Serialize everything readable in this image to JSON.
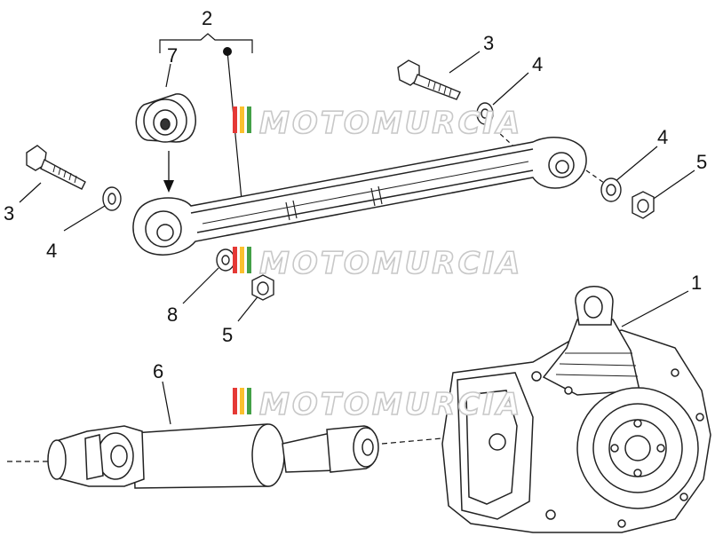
{
  "callouts": {
    "c2": "2",
    "c7": "7",
    "c3_left": "3",
    "c4_left": "4",
    "c3_right": "3",
    "c4_top": "4",
    "c4_right": "4",
    "c5_right": "5",
    "c8": "8",
    "c5_bottom": "5",
    "c6": "6",
    "c1": "1"
  },
  "watermark": {
    "text": "MOTOMURCIA",
    "stripe_colors": [
      "#e53935",
      "#fbc02d",
      "#43a047"
    ]
  },
  "parts": {
    "link_rod": "link-rod",
    "bearing": "bearing",
    "bolt": "bolt",
    "washer": "washer",
    "nut": "nut",
    "drive_shaft": "drive-shaft",
    "bevel_gear_housing": "bevel-gear-housing"
  }
}
